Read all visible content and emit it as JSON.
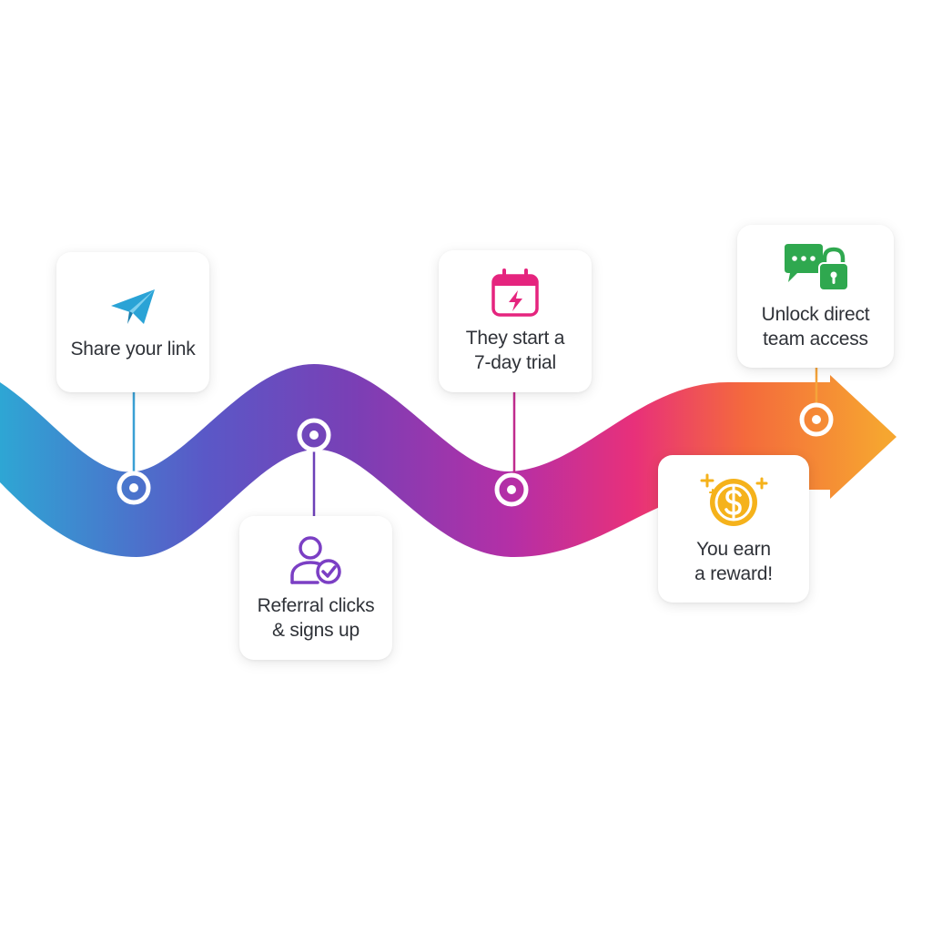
{
  "steps": [
    {
      "id": "share",
      "label": "Share your link",
      "icon": "paper-plane-icon",
      "color": "#2aa3d6"
    },
    {
      "id": "signup",
      "label": "Referral clicks\n& signs up",
      "icon": "user-check-icon",
      "color": "#7b3fc4"
    },
    {
      "id": "trial",
      "label": "They start a\n7-day trial",
      "icon": "calendar-bolt-icon",
      "color": "#e5247e"
    },
    {
      "id": "access",
      "label": "Unlock direct\nteam access",
      "icon": "chat-lock-icon",
      "color": "#2fa84f"
    },
    {
      "id": "reward",
      "label": "You earn\na reward!",
      "icon": "dollar-coin-icon",
      "color": "#f5b21b"
    }
  ],
  "gradient": [
    "#2ea6d4",
    "#5a58c7",
    "#7a3fb5",
    "#b52fa6",
    "#e8307a",
    "#f46a3c",
    "#f6a630"
  ]
}
